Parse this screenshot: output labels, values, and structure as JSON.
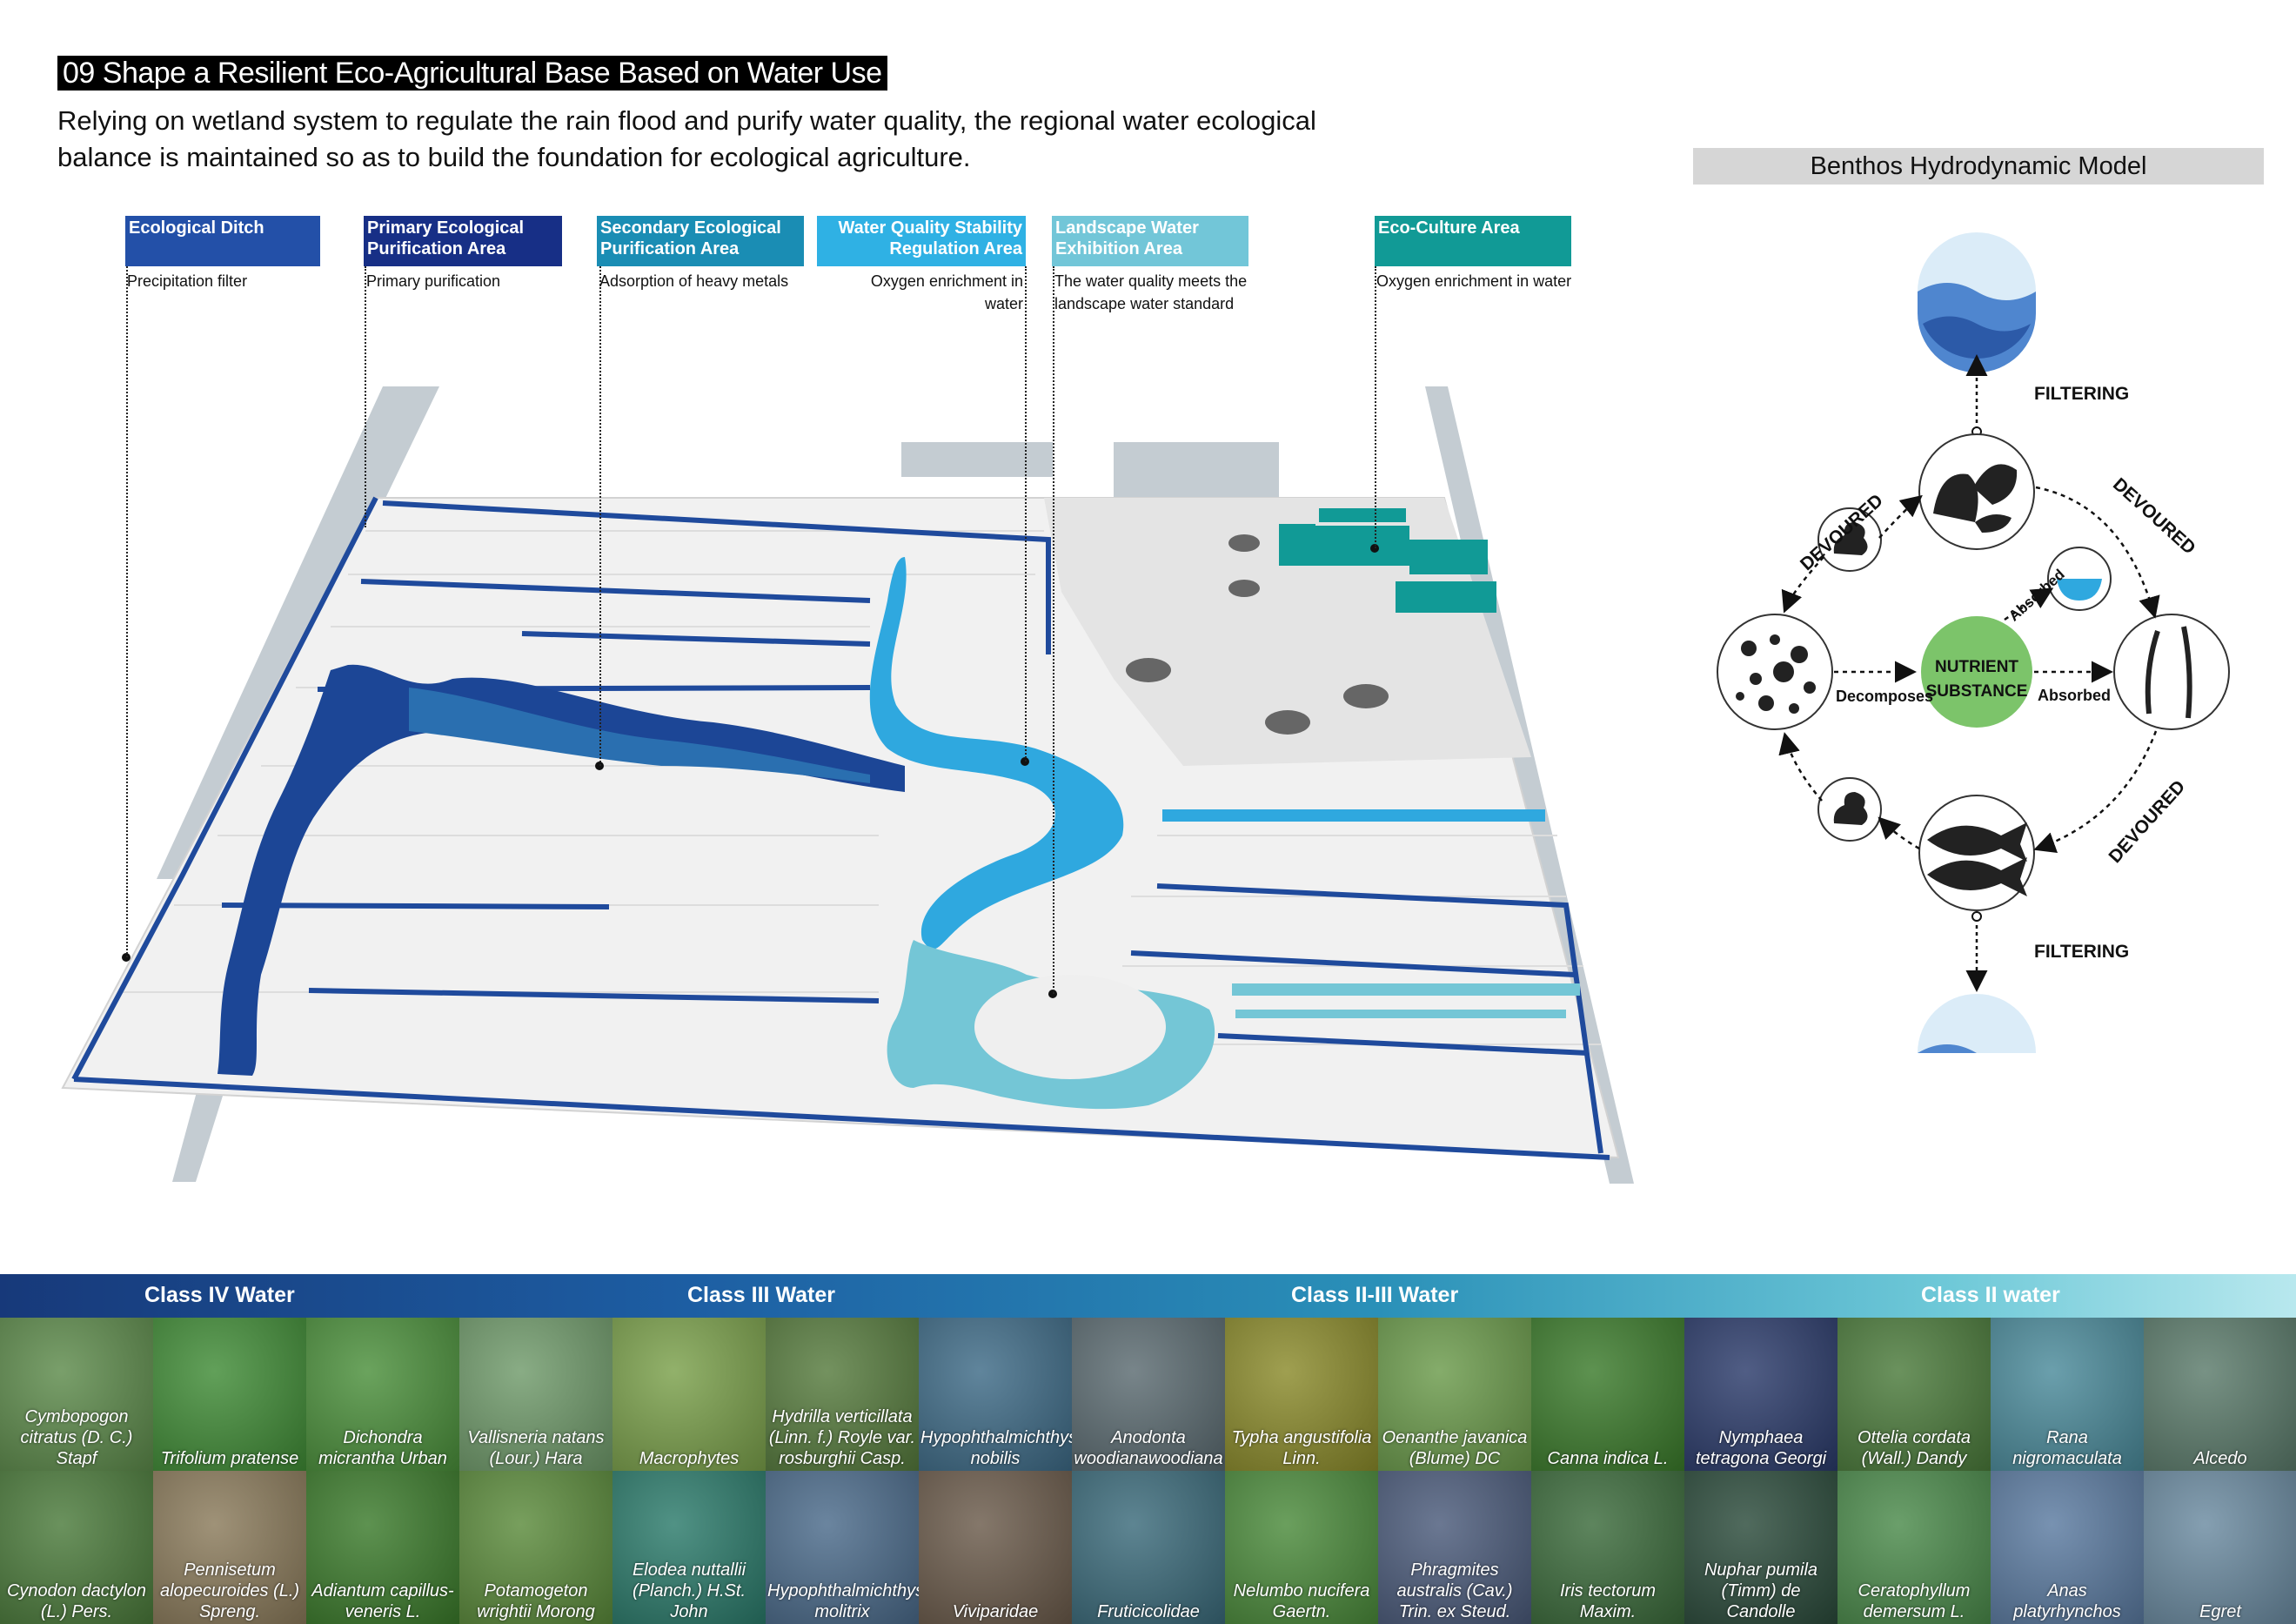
{
  "header": {
    "title": "09 Shape a Resilient Eco-Agricultural Base Based on Water Use",
    "subtitle": "Relying on wetland system to regulate the rain flood and purify water quality, the regional water ecological balance is maintained so as to build the foundation for ecological agriculture."
  },
  "zones": [
    {
      "label": "Ecological Ditch",
      "desc": "Precipitation filter",
      "color": "#2350a8"
    },
    {
      "label": "Primary Ecological Purification Area",
      "desc": "Primary purification",
      "color": "#172f86"
    },
    {
      "label": "Secondary Ecological Purification Area",
      "desc": "Adsorption of heavy metals",
      "color": "#1a8db4"
    },
    {
      "label": "Water Quality Stability Regulation Area",
      "desc": "Oxygen enrichment in water",
      "color": "#2fb1e4"
    },
    {
      "label": "Landscape Water Exhibition Area",
      "desc": "The water quality meets the landscape water standard",
      "color": "#72c6d8"
    },
    {
      "label": "Eco-Culture Area",
      "desc": "Oxygen enrichment in water",
      "color": "#119a96"
    }
  ],
  "benthos": {
    "title": "Benthos Hydrodynamic Model",
    "filtering_top": "FILTERING",
    "filtering_bottom": "FILTERING",
    "devoured_left": "DEVOURED",
    "devoured_right": "DEVOURED",
    "devoured_bottom": "DEVOURED",
    "absorbed_top": "Absorbed",
    "absorbed_right": "Absorbed",
    "decomposes": "Decomposes",
    "nutrient_line1": "NUTRIENT",
    "nutrient_line2": "SUBSTANCE"
  },
  "water_classes": [
    {
      "label": "Class IV Water"
    },
    {
      "label": "Class III Water"
    },
    {
      "label": "Class II-III Water"
    },
    {
      "label": "Class II water"
    }
  ],
  "species_top": [
    {
      "name": "Cymbopogon citratus (D. C.) Stapf",
      "color": "#5c8a4a"
    },
    {
      "name": "Trifolium pratense",
      "color": "#3f8b35"
    },
    {
      "name": "Dichondra micrantha Urban",
      "color": "#4a8f3a"
    },
    {
      "name": "Vallisneria natans (Lour.) Hara",
      "color": "#6f9a6a"
    },
    {
      "name": "Macrophytes",
      "color": "#7aa04a"
    },
    {
      "name": "Hydrilla verticillata (Linn. f.) Royle var. rosburghii Casp.",
      "color": "#557a3c"
    },
    {
      "name": "Hypophthalmichthys nobilis",
      "color": "#3d6a86"
    },
    {
      "name": "Anodonta woodianawoodiana",
      "color": "#5a6a70"
    },
    {
      "name": "Typha angustifolia Linn.",
      "color": "#8a8a2a"
    },
    {
      "name": "Oenanthe javanica (Blume) DC",
      "color": "#6a9a4a"
    },
    {
      "name": "Canna indica L.",
      "color": "#3a7a2a"
    },
    {
      "name": "Nymphaea tetragona Georgi",
      "color": "#2a3a6a"
    },
    {
      "name": "Ottelia cordata (Wall.) Dandy",
      "color": "#4a7a3a"
    },
    {
      "name": "Rana nigromaculata",
      "color": "#4a8a9a"
    },
    {
      "name": "Alcedo",
      "color": "#5a7a6a"
    }
  ],
  "species_bottom": [
    {
      "name": "Cynodon dactylon (L.) Pers.",
      "color": "#4a7a3a"
    },
    {
      "name": "Pennisetum alopecuroides (L.) Spreng.",
      "color": "#8a7a5a"
    },
    {
      "name": "Adiantum capillus-veneris L.",
      "color": "#3a7a2a"
    },
    {
      "name": "Potamogeton wrightii Morong",
      "color": "#5a8a3a"
    },
    {
      "name": "Elodea nuttallii (Planch.) H.St. John",
      "color": "#2a7a6a"
    },
    {
      "name": "Hypophthalmichthys molitrix",
      "color": "#4a6a8a"
    },
    {
      "name": "Viviparidae",
      "color": "#6a5a4a"
    },
    {
      "name": "Fruticicolidae",
      "color": "#3a6a7a"
    },
    {
      "name": "Nelumbo nucifera Gaertn.",
      "color": "#4a8a3a"
    },
    {
      "name": "Phragmites australis (Cav.) Trin. ex Steud.",
      "color": "#4a5a7a"
    },
    {
      "name": "Iris tectorum Maxim.",
      "color": "#3a6a3a"
    },
    {
      "name": "Nuphar pumila (Timm) de Candolle",
      "color": "#2a4a3a"
    },
    {
      "name": "Ceratophyllum demersum L.",
      "color": "#4a8a4a"
    },
    {
      "name": "Anas platyrhynchos",
      "color": "#5a7aa0"
    },
    {
      "name": "Egret",
      "color": "#6a8aa0"
    }
  ]
}
